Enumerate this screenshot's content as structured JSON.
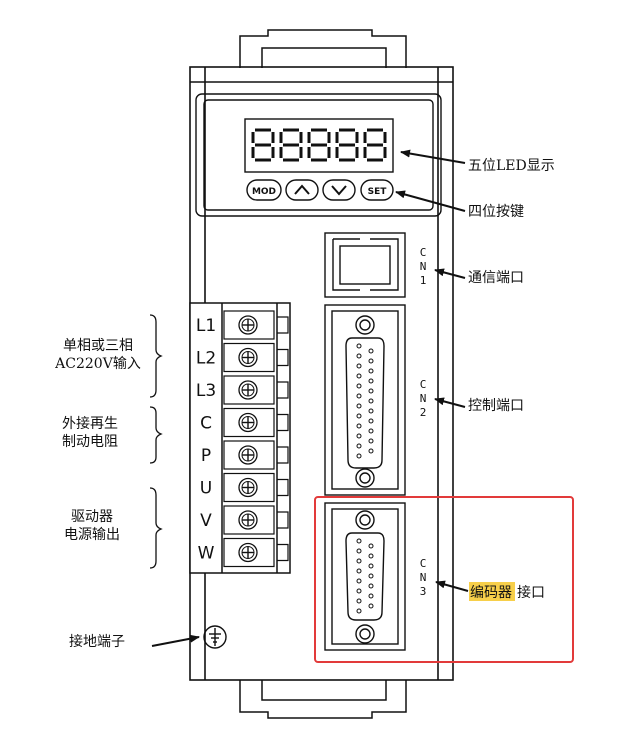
{
  "colors": {
    "line": "#111111",
    "highlight_box": "#e23a3a",
    "highlight_text_bg": "#f7cf4a"
  },
  "panel": {
    "keys": [
      "MOD",
      "",
      "",
      "SET"
    ],
    "key_icons": [
      "",
      "chevron-up-icon",
      "chevron-down-icon",
      ""
    ],
    "terminals": [
      "L1",
      "L2",
      "L3",
      "C",
      "P",
      "U",
      "V",
      "W"
    ],
    "connectors": {
      "cn1": [
        "C",
        "N",
        "1"
      ],
      "cn2": [
        "C",
        "N",
        "2"
      ],
      "cn3": [
        "C",
        "N",
        "3"
      ]
    }
  },
  "callouts": {
    "display": "五位LED显示",
    "keys": "四位按键",
    "comm_port": "通信端口",
    "control_port": "控制端口",
    "encoder_highlight": "编码器",
    "encoder_rest": "接口"
  },
  "groups": {
    "power_input": [
      "单相或三相",
      "AC220V输入"
    ],
    "regen": [
      "外接再生",
      "制动电阻"
    ],
    "drive_output": [
      "驱动器",
      "电源输出"
    ],
    "ground": "接地端子"
  }
}
